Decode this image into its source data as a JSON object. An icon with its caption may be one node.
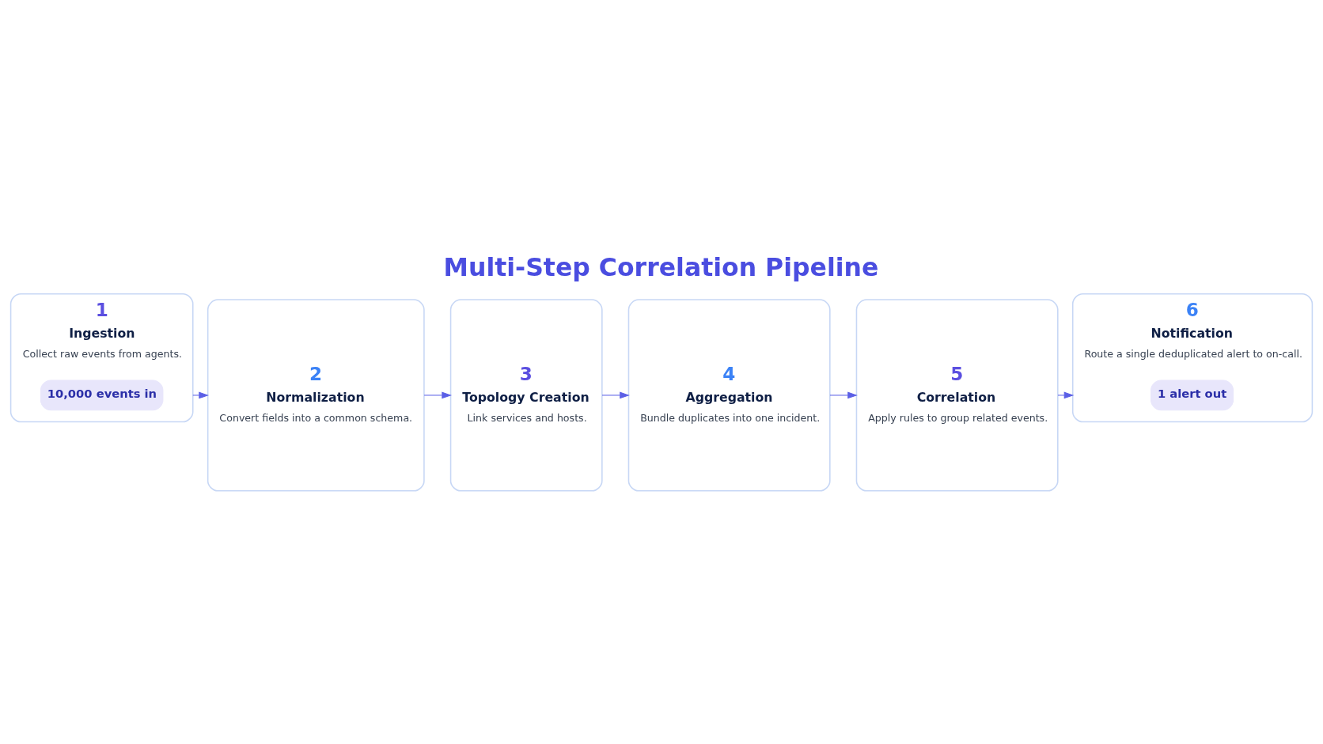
{
  "diagram": {
    "title": "Multi-Step Correlation Pipeline",
    "nodes": [
      {
        "text": [
          "1",
          "Ingestion",
          "Collect raw events from agents."
        ]
      },
      {
        "text": [
          "10,000 events in"
        ],
        "in": 0
      },
      {
        "text": [
          "2",
          "Normalization",
          "Convert fields into a common schema."
        ]
      },
      {
        "text": [
          "3",
          "Topology Creation",
          "Link services and hosts."
        ]
      },
      {
        "text": [
          "4",
          "Aggregation",
          "Bundle duplicates into one incident."
        ]
      },
      {
        "text": [
          "5",
          "Correlation",
          "Apply rules to group related events."
        ]
      },
      {
        "text": [
          "6",
          "Notification",
          "Route a single deduplicated alert to on-call."
        ]
      },
      {
        "text": [
          "1 alert out"
        ],
        "in": 6
      }
    ],
    "edges": [
      {
        "from": 0,
        "to": 2,
        "arrow": "to"
      },
      {
        "from": 2,
        "to": 3,
        "arrow": "to"
      },
      {
        "from": 3,
        "to": 4,
        "arrow": "to"
      },
      {
        "from": 4,
        "to": 5,
        "arrow": "to"
      },
      {
        "from": 5,
        "to": 6,
        "arrow": "to"
      }
    ]
  }
}
